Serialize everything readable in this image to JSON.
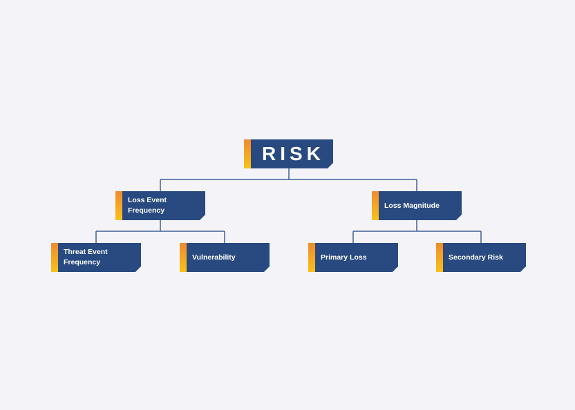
{
  "diagram": {
    "root": {
      "label": "RISK"
    },
    "level1": [
      {
        "label": "Loss Event\nFrequency"
      },
      {
        "label": "Loss Magnitude"
      }
    ],
    "level2": [
      {
        "label": "Threat Event\nFrequency"
      },
      {
        "label": "Vulnerability"
      },
      {
        "label": "Primary Loss"
      },
      {
        "label": "Secondary Risk"
      }
    ],
    "colors": {
      "background": "#f4f3f7",
      "node_fill": "#284a80",
      "node_text": "#ffffff",
      "connector": "#3e5f93",
      "accent_top": "#f08a2e",
      "accent_bottom": "#f7c21a"
    }
  }
}
